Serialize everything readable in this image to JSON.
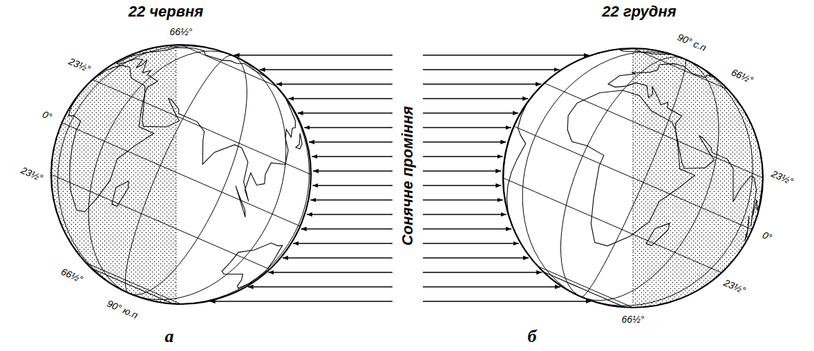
{
  "diagram": {
    "labels": [
      "22 червня",
      "22 грудня",
      "Сонячне проміння",
      "66½°",
      "23½°",
      "0°",
      "23½°",
      "66½°",
      "90° ю.п",
      "а",
      "90° с.п",
      "66½°",
      "23½°",
      "0°",
      "23½°",
      "66½°",
      "б"
    ]
  }
}
